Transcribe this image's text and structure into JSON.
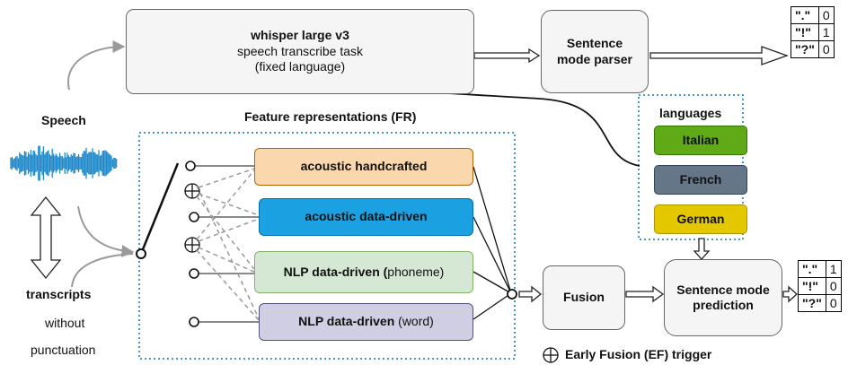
{
  "whisper": {
    "title": "whisper large v3",
    "line1": "speech transcribe task",
    "line2": "(fixed language)"
  },
  "parser": {
    "label": "Sentence mode parser"
  },
  "output_top": {
    "rows": [
      {
        "key": "\".\"",
        "value": "0"
      },
      {
        "key": "\"!\"",
        "value": "1"
      },
      {
        "key": "\"?\"",
        "value": "0"
      }
    ]
  },
  "output_bottom": {
    "rows": [
      {
        "key": "\".\"",
        "value": "1"
      },
      {
        "key": "\"!\"",
        "value": "0"
      },
      {
        "key": "\"?\"",
        "value": "0"
      }
    ]
  },
  "speech_label": "Speech",
  "transcripts": {
    "title": "transcripts",
    "line1": "without",
    "line2": "punctuation"
  },
  "fr_title": "Feature representations (FR)",
  "features": {
    "acoustic_handcrafted": "acoustic handcrafted",
    "acoustic_data_driven": "acoustic data-driven",
    "nlp_phoneme_bold": "NLP data-driven (",
    "nlp_phoneme_normal": "phoneme)",
    "nlp_word_bold": "NLP data-driven ",
    "nlp_word_normal": "(word)"
  },
  "languages": {
    "title": "languages",
    "items": [
      "Italian",
      "French",
      "German"
    ]
  },
  "fusion_label": "Fusion",
  "prediction_label": "Sentence mode prediction",
  "legend": {
    "symbol": "⊕",
    "text": "Early Fusion (EF) trigger"
  },
  "colors": {
    "acoustic_handcrafted": "#fad7ac",
    "acoustic_handcrafted_border": "#b46504",
    "acoustic_data_driven": "#1ba1e2",
    "acoustic_data_driven_border": "#006eaf",
    "nlp_phoneme": "#d5e8d4",
    "nlp_phoneme_border": "#82b366",
    "nlp_word": "#d0cee2",
    "nlp_word_border": "#56517e",
    "italian": "#60a917",
    "italian_border": "#2d7600",
    "french": "#647687",
    "french_border": "#314354",
    "german": "#e3c800",
    "german_border": "#b09500",
    "dotted_border": "#10739e",
    "waveform": "#1e88c8"
  }
}
